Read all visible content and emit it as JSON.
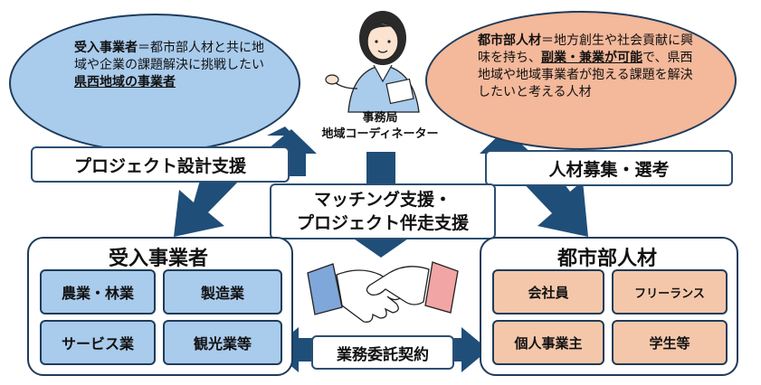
{
  "ellipse_left": {
    "term": "受入事業者",
    "text": "＝都市部人材と共に地域や企業の課題解決に挑戦したい",
    "highlight": "県西地域の事業者"
  },
  "ellipse_right": {
    "term": "都市部人材",
    "text_a": "＝地方創生や社会貢献に興味を持ち、",
    "highlight": "副業・兼業が可能",
    "text_b": "で、県西地域や地域事業者が抱える課題を解決したいと考える人材"
  },
  "coordinator": {
    "line1": "事務局",
    "line2": "地域コーディネーター"
  },
  "labels": {
    "project_design": "プロジェクト設計支援",
    "recruit": "人材募集・選考",
    "matching_line1": "マッチング支援・",
    "matching_line2": "プロジェクト伴走支援",
    "contract": "業務委託契約"
  },
  "left_panel": {
    "title": "受入事業者",
    "cells": [
      "農業・林業",
      "製造業",
      "サービス業",
      "観光業等"
    ]
  },
  "right_panel": {
    "title": "都市部人材",
    "cells": [
      "会社員",
      "フリーランス",
      "個人事業主",
      "学生等"
    ]
  },
  "colors": {
    "navy": "#1f4e79",
    "light_blue": "#a9cbec",
    "peach": "#f4b89a",
    "peach_cell": "#f4c7aa"
  }
}
